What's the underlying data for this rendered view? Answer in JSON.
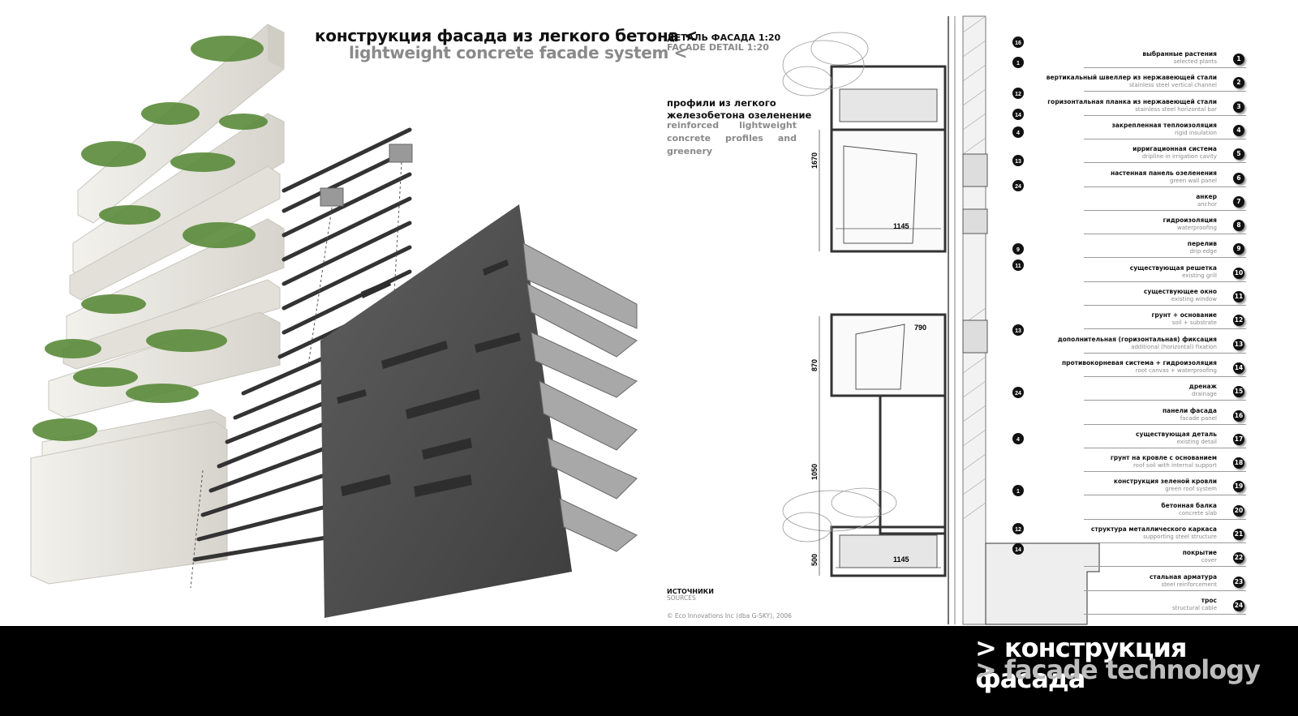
{
  "header": {
    "title_ru": "конструкция фасада из легкого бетона <",
    "title_en": "lightweight concrete facade system <"
  },
  "detail": {
    "title_ru": "ДЕТАЛЬ ФАСАДА 1:20",
    "title_en": "FACADE DETAIL 1:20",
    "profiles_ru": "профили из легкого железобетона озеленение",
    "profiles_en": "reinforced lightweight concrete profiles and greenery"
  },
  "sources": {
    "label_ru": "ИСТОЧНИКИ",
    "label_en": "SOURCES",
    "copyright": "© Eco Innovations Inc (dba G-SKY), 2006"
  },
  "dimensions": {
    "top_height": "1670",
    "top_width": "1145",
    "mid_width": "790",
    "mid_height": "870",
    "low_height": "1050",
    "bottom_height": "500",
    "bottom_width": "1145"
  },
  "callouts_top": [
    "16",
    "1",
    "12",
    "14",
    "4",
    "13",
    "24",
    "9",
    "11"
  ],
  "callouts_bottom": [
    "13",
    "24",
    "4",
    "1",
    "12",
    "14"
  ],
  "legend": [
    {
      "ru": "выбранные растения",
      "en": "selected plants",
      "num": "1"
    },
    {
      "ru": "вертикальный швеллер из нержавеющей стали",
      "en": "stainless steel vertical channel",
      "num": "2"
    },
    {
      "ru": "горизонтальная планка из нержавеющей стали",
      "en": "stainless steel horizontal bar",
      "num": "3"
    },
    {
      "ru": "закрепленная теплоизоляция",
      "en": "rigid insulation",
      "num": "4"
    },
    {
      "ru": "ирригационная система",
      "en": "dripline in irrigation cavity",
      "num": "5"
    },
    {
      "ru": "настенная панель озеленения",
      "en": "green wall panel",
      "num": "6"
    },
    {
      "ru": "анкер",
      "en": "anchor",
      "num": "7"
    },
    {
      "ru": "гидроизоляция",
      "en": "waterproofing",
      "num": "8"
    },
    {
      "ru": "перелив",
      "en": "drip edge",
      "num": "9"
    },
    {
      "ru": "существующая решетка",
      "en": "existing grill",
      "num": "10"
    },
    {
      "ru": "существующее окно",
      "en": "existing window",
      "num": "11"
    },
    {
      "ru": "грунт + основание",
      "en": "soil + substrate",
      "num": "12"
    },
    {
      "ru": "дополнительная (горизонтальная) фиксация",
      "en": "additional (horizontal) fixation",
      "num": "13"
    },
    {
      "ru": "противокорневая система + гидроизоляция",
      "en": "root canvas + waterproofing",
      "num": "14"
    },
    {
      "ru": "дренаж",
      "en": "drainage",
      "num": "15"
    },
    {
      "ru": "панели фасада",
      "en": "facade panel",
      "num": "16"
    },
    {
      "ru": "существующая деталь",
      "en": "existing detail",
      "num": "17"
    },
    {
      "ru": "грунт на кровле с основанием",
      "en": "roof soil with internal support",
      "num": "18"
    },
    {
      "ru": "конструкция зеленой кровли",
      "en": "green roof system",
      "num": "19"
    },
    {
      "ru": "бетонная балка",
      "en": "concrete slab",
      "num": "20"
    },
    {
      "ru": "структура металлического каркаса",
      "en": "supporting steel structure",
      "num": "21"
    },
    {
      "ru": "покрытие",
      "en": "cover",
      "num": "22"
    },
    {
      "ru": "стальная арматура",
      "en": "steel reinforcement",
      "num": "23"
    },
    {
      "ru": "трос",
      "en": "structural cable",
      "num": "24"
    }
  ],
  "footer": {
    "line1": "> конструкция фасада",
    "line2": "> facade technology"
  },
  "colors": {
    "plant_green": "#5a8a3a",
    "concrete": "#e8e6df",
    "panel_dark": "#505050",
    "bar_black": "#000000"
  }
}
